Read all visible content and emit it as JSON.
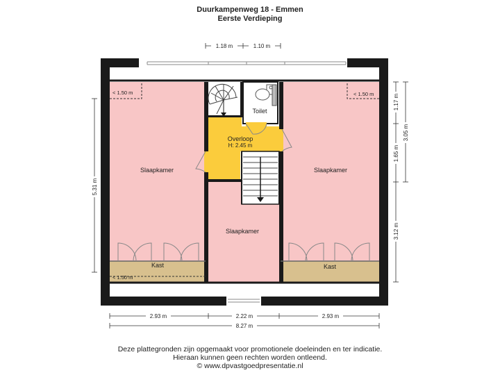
{
  "header": {
    "title": "Duurkampenweg 18 - Emmen",
    "subtitle": "Eerste Verdieping"
  },
  "rooms": {
    "left_bedroom": "Slaapkamer",
    "right_bedroom": "Slaapkamer",
    "middle_bedroom": "Slaapkamer",
    "toilet": "Toilet",
    "landing": "Overloop",
    "landing_height": "H: 2.45 m",
    "closet_left": "Kast",
    "closet_right": "Kast"
  },
  "notes": {
    "low_height_top_left": "< 1.50 m",
    "low_height_top_right": "< 1.50 m",
    "low_height_bottom_left": "< 1.50 m"
  },
  "dimensions": {
    "top_left": "1.18 m",
    "top_right": "1.10 m",
    "bottom_left": "2.93 m",
    "bottom_middle": "2.22 m",
    "bottom_right": "2.93 m",
    "total_width": "8.27 m",
    "left_height": "5.31 m",
    "right_upper": "1.17 m",
    "right_middle": "1.65 m",
    "right_lower": "3.12 m",
    "right_upper_total": "3.05 m"
  },
  "colors": {
    "bedroom": "#f8c6c6",
    "landing": "#fbcc3c",
    "closet": "#d8c08e",
    "wall": "#1a1a1a"
  },
  "footer": {
    "line1": "Deze plattegronden zijn opgemaakt voor promotionele doeleinden en ter indicatie.",
    "line2": "Hieraan kunnen geen rechten worden ontleend.",
    "line3": "© www.dpvastgoedpresentatie.nl"
  }
}
